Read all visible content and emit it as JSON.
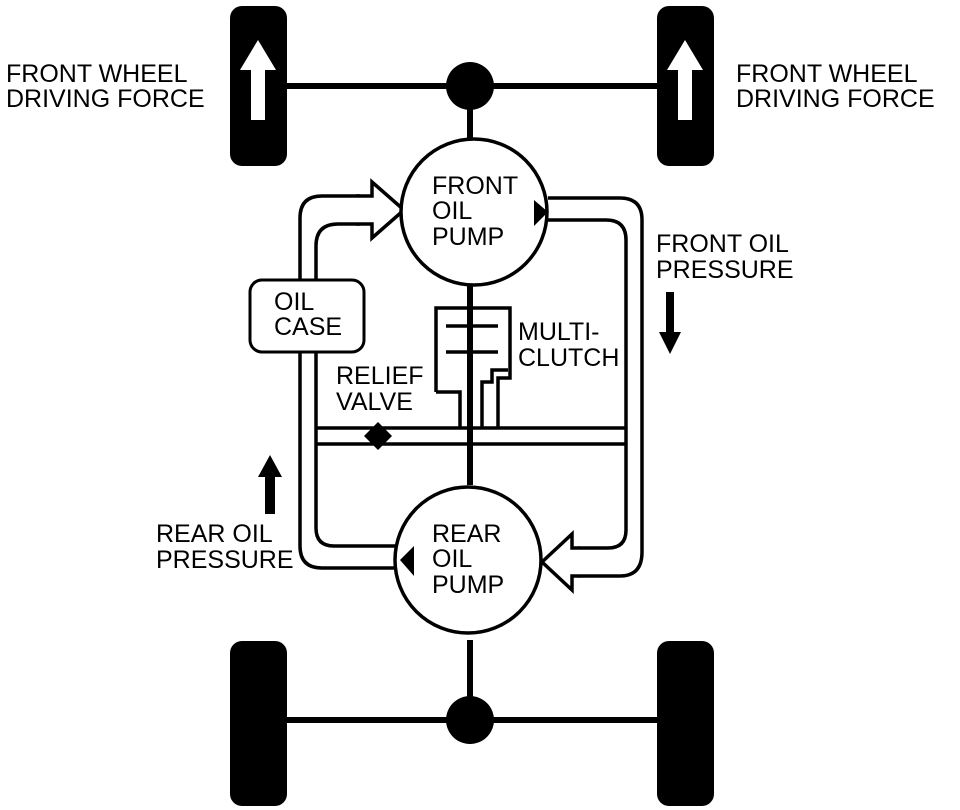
{
  "labels": {
    "front_wheel_left": [
      "FRONT WHEEL",
      "DRIVING FORCE"
    ],
    "front_wheel_right": [
      "FRONT WHEEL",
      "DRIVING FORCE"
    ],
    "front_oil_pump": [
      "FRONT",
      "OIL",
      "PUMP"
    ],
    "rear_oil_pump": [
      "REAR",
      "OIL",
      "PUMP"
    ],
    "oil_case": [
      "OIL",
      "CASE"
    ],
    "multi_clutch": [
      "MULTI-",
      "CLUTCH"
    ],
    "relief_valve": [
      "RELIEF",
      "VALVE"
    ],
    "front_oil_pressure": [
      "FRONT OIL",
      "PRESSURE"
    ],
    "rear_oil_pressure": [
      "REAR OIL",
      "PRESSURE"
    ]
  },
  "colors": {
    "ink": "#000000",
    "paper": "#ffffff"
  },
  "icons": [
    "wheel-icon",
    "up-arrow-icon",
    "down-arrow-icon",
    "flow-arrow-icon",
    "check-valve-icon"
  ]
}
